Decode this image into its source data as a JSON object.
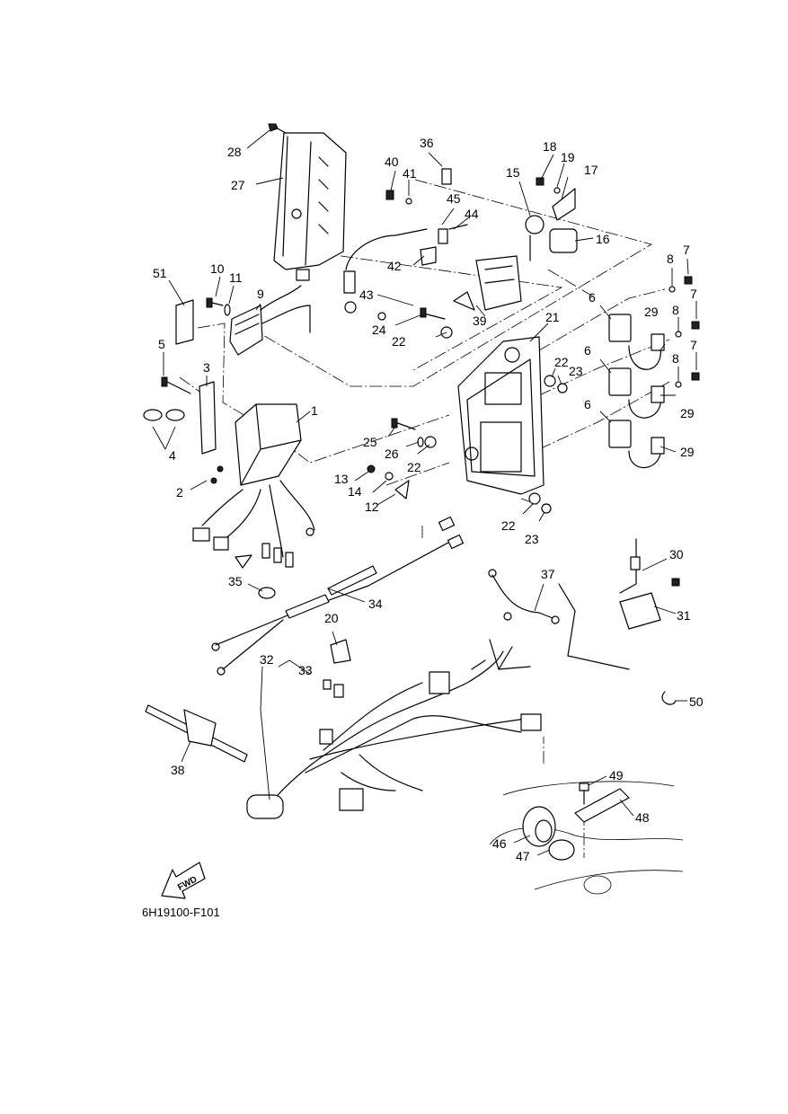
{
  "diagram_code": "6H19100-F101",
  "fwd_label": "FWD",
  "callouts": [
    "1",
    "2",
    "3",
    "4",
    "5",
    "6",
    "7",
    "8",
    "9",
    "10",
    "11",
    "12",
    "13",
    "14",
    "15",
    "16",
    "17",
    "18",
    "19",
    "20",
    "21",
    "22",
    "23",
    "24",
    "25",
    "26",
    "27",
    "28",
    "29",
    "30",
    "31",
    "32",
    "33",
    "34",
    "35",
    "36",
    "37",
    "38",
    "39",
    "40",
    "41",
    "42",
    "43",
    "44",
    "45",
    "46",
    "47",
    "48",
    "49",
    "50",
    "51"
  ]
}
